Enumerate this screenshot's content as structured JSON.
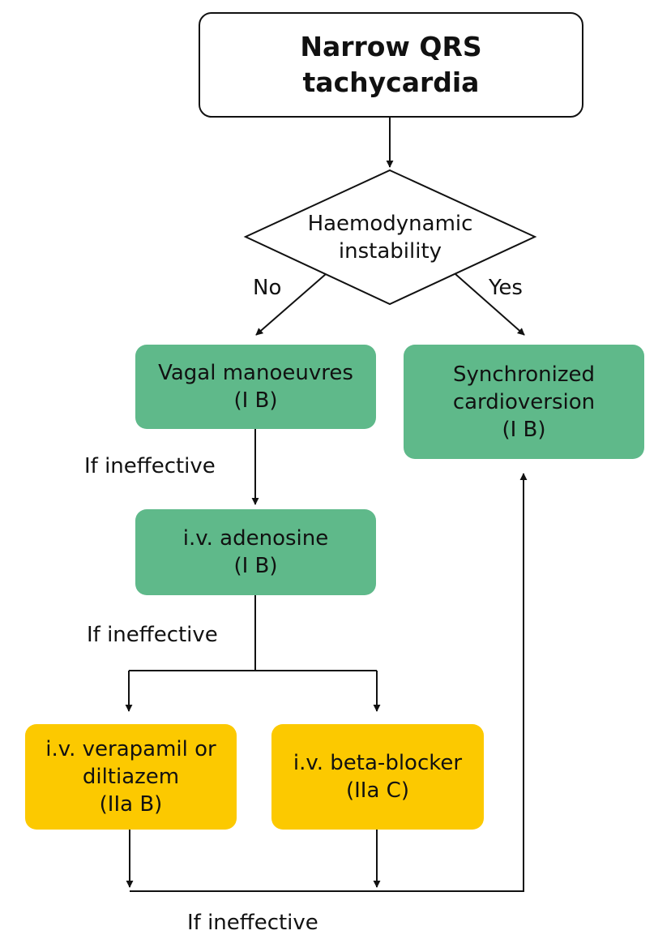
{
  "start": {
    "line1": "Narrow QRS",
    "line2": "tachycardia"
  },
  "decision": {
    "line1": "Haemodynamic",
    "line2": "instability",
    "no_label": "No",
    "yes_label": "Yes"
  },
  "vagal": {
    "line1": "Vagal manoeuvres",
    "line2": "(I B)"
  },
  "sync": {
    "line1": "Synchronized",
    "line2": "cardioversion",
    "line3": "(I B)"
  },
  "adenosine": {
    "line1": "i.v. adenosine",
    "line2": "(I B)"
  },
  "verapamil": {
    "line1": "i.v. verapamil or",
    "line2": "diltiazem",
    "line3": "(IIa B)"
  },
  "beta": {
    "line1": "i.v. beta-blocker",
    "line2": "(IIa C)"
  },
  "ineffective_labels": [
    "If ineffective",
    "If ineffective",
    "If ineffective"
  ],
  "colors": {
    "green": "#5fb98a",
    "yellow": "#fcc900",
    "line": "#111111"
  }
}
